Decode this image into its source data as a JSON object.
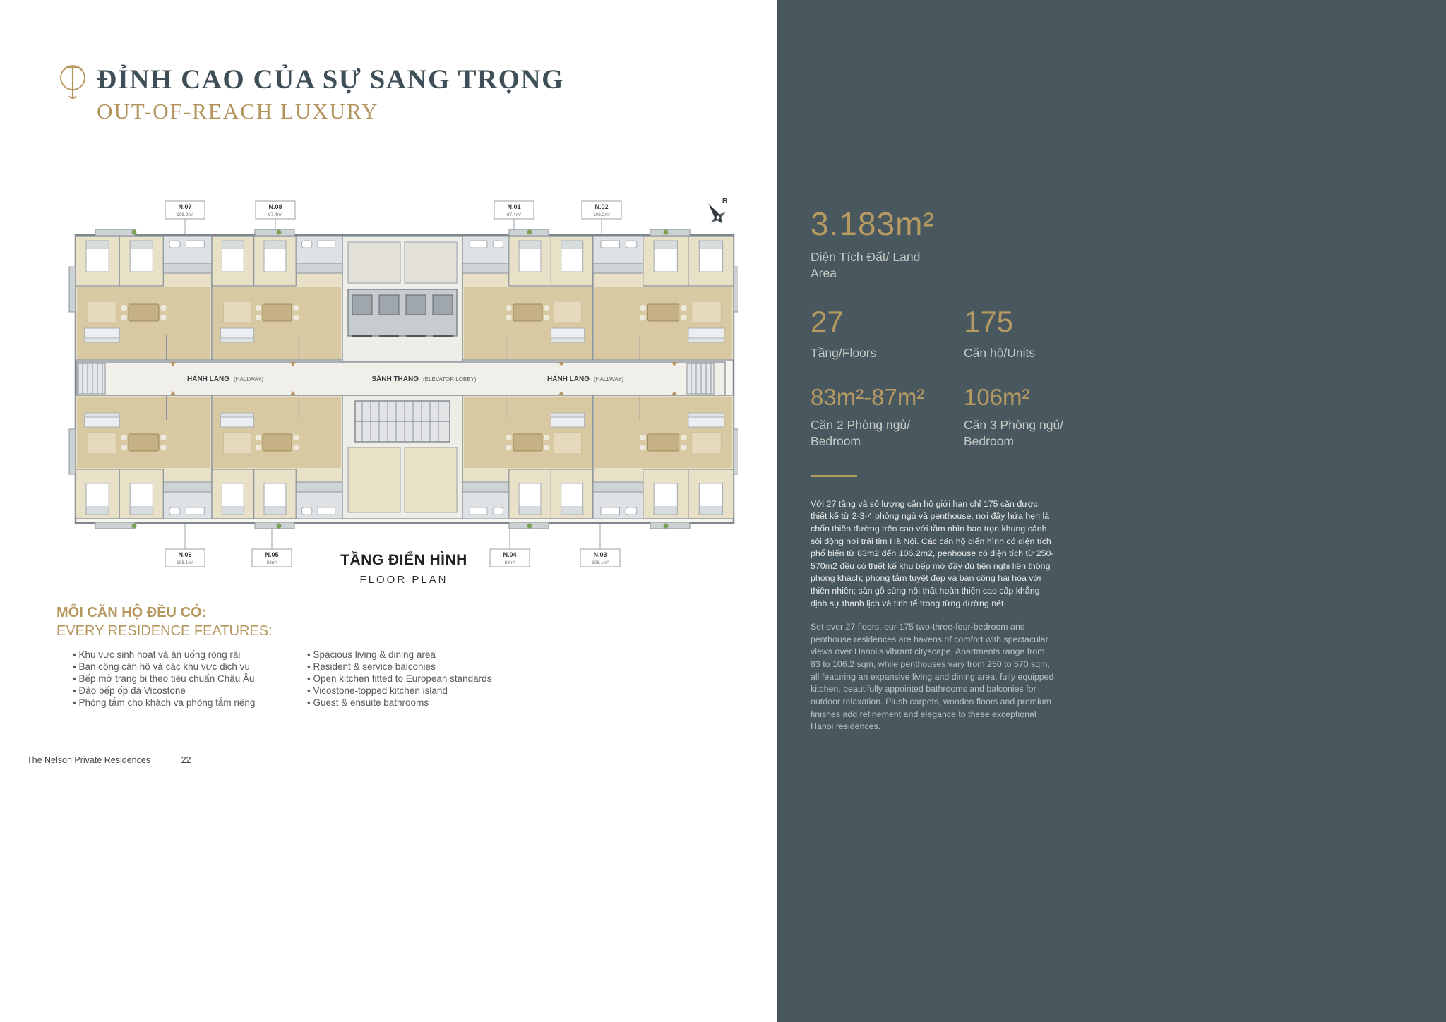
{
  "header": {
    "title_vn": "ĐỈNH CAO CỦA SỰ SANG TRỌNG",
    "title_en": "OUT-OF-REACH LUXURY"
  },
  "floorplan": {
    "compass": "B",
    "caption_vn": "TẦNG ĐIỂN HÌNH",
    "caption_en": "FLOOR PLAN",
    "hallway_left": {
      "vn": "HÀNH LANG",
      "en": "(HALLWAY)"
    },
    "lobby": {
      "vn": "SẢNH THANG",
      "en": "(ELEVATOR LOBBY)"
    },
    "hallway_right": {
      "vn": "HÀNH LANG",
      "en": "(HALLWAY)"
    },
    "units": {
      "top": [
        {
          "name": "N.07",
          "area": "106.2m²"
        },
        {
          "name": "N.08",
          "area": "87.4m²"
        },
        {
          "name": "N.01",
          "area": "87.4m²"
        },
        {
          "name": "N.02",
          "area": "106.2m²"
        }
      ],
      "bottom": [
        {
          "name": "N.06",
          "area": "106.1m²"
        },
        {
          "name": "N.05",
          "area": "83m²"
        },
        {
          "name": "N.04",
          "area": "83m²"
        },
        {
          "name": "N.03",
          "area": "106.1m²"
        }
      ]
    }
  },
  "features": {
    "heading_vn": "MỖI CĂN HỘ ĐỀU CÓ:",
    "heading_en": "EVERY RESIDENCE FEATURES:",
    "vn": [
      "Khu vực sinh hoạt và ăn uống rộng rãi",
      "Ban công căn hộ và các khu vực dịch vụ",
      "Bếp mở trang bị theo tiêu chuẩn Châu Âu",
      "Đảo bếp ốp đá Vicostone",
      "Phòng tắm cho khách và phòng tắm riêng"
    ],
    "en": [
      "Spacious living & dining area",
      "Resident & service balconies",
      "Open kitchen fitted to European standards",
      "Vicostone-topped kitchen island",
      "Guest & ensuite bathrooms"
    ]
  },
  "panel": {
    "accent_color": "#b79a62",
    "panel_color": "#49585f",
    "land": {
      "value": "3.183m²",
      "label": "Diện Tích Đất/ Land Area"
    },
    "floors": {
      "value": "27",
      "label": "Tầng/Floors"
    },
    "units": {
      "value": "175",
      "label": "Căn hộ/Units"
    },
    "two_bed": {
      "value": "83m²-87m²",
      "label": "Căn 2 Phòng ngủ/ Bedroom"
    },
    "three_bed": {
      "value": "106m²",
      "label": "Căn 3 Phòng ngủ/ Bedroom"
    },
    "description_vn": "Với 27 tầng và số lượng căn hộ giới hạn chỉ 175 căn được thiết kế từ 2-3-4 phòng ngủ và penthouse, nơi đây hứa hẹn là chốn thiên đường trên cao với tầm nhìn bao trọn khung cảnh sôi động nơi trái tim Hà Nội. Các căn hộ điển hình có diện tích phổ biến từ 83m2 đến 106.2m2, penhouse có diện tích từ 250-570m2 đều có thiết kế khu bếp mở đầy đủ tiện nghi liền thông phòng khách; phòng tắm tuyệt đẹp và ban công hài hòa với thiên nhiên; sàn gỗ cùng nội thất hoàn thiện cao cấp khẳng định sự thanh lịch và tinh tế trong từng đường nét.",
    "description_en": "Set over 27 floors, our 175 two-three-four-bedroom and penthouse residences are havens of comfort with spectacular views over Hanoi's vibrant cityscape. Apartments range from 83 to 106.2 sqm, while penthouses vary from 250 to 570 sqm, all featuring an expansive living and dining area, fully equipped kitchen, beautifully appointed bathrooms and balconies for outdoor relaxation. Plush carpets, wooden floors and premium finishes add refinement and elegance to these exceptional Hanoi residences."
  },
  "footer": {
    "brand": "The Nelson Private Residences",
    "page": "22"
  }
}
